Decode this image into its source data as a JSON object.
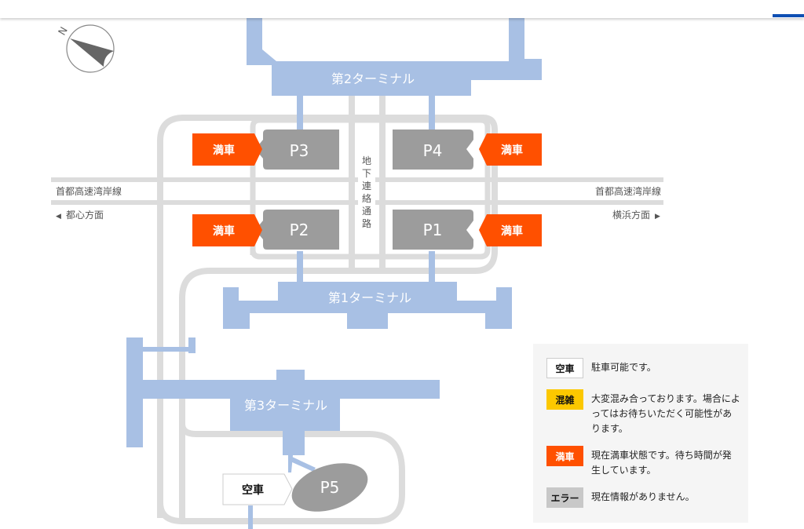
{
  "header": {
    "accent_color": "#0e4fb3"
  },
  "compass": {
    "label": "N",
    "icon": "compass-north-arrow-icon"
  },
  "colors": {
    "terminal": "#a8c0e4",
    "road": "#dcdcdc",
    "parking": "#9c9c9c",
    "full": "#ff5000",
    "crowded": "#fcc800",
    "vacant": "#ffffff",
    "error": "#c8c8c8"
  },
  "terminals": {
    "t1": "第1ターミナル",
    "t2": "第2ターミナル",
    "t3": "第3ターミナル"
  },
  "roads": {
    "expressway_left": "首都高速湾岸線",
    "expressway_right": "首都高速湾岸線",
    "direction_left": "都心方面",
    "direction_right": "横浜方面",
    "arrow_left": "◀",
    "arrow_right": "▶",
    "underground_passage": [
      "地",
      "下",
      "連",
      "絡",
      "通",
      "路"
    ]
  },
  "parking_lots": [
    {
      "id": "P3",
      "status": "full",
      "status_label": "満車"
    },
    {
      "id": "P4",
      "status": "full",
      "status_label": "満車"
    },
    {
      "id": "P2",
      "status": "full",
      "status_label": "満車"
    },
    {
      "id": "P1",
      "status": "full",
      "status_label": "満車"
    },
    {
      "id": "P5",
      "status": "vacant",
      "status_label": "空車"
    }
  ],
  "legend": [
    {
      "status": "vacant",
      "label": "空車",
      "description": "駐車可能です。"
    },
    {
      "status": "crowded",
      "label": "混雑",
      "description": "大変混み合っております。場合によってはお待ちいただく可能性があります。"
    },
    {
      "status": "full",
      "label": "満車",
      "description": "現在満車状態です。待ち時間が発生しています。"
    },
    {
      "status": "error",
      "label": "エラー",
      "description": "現在情報がありません。"
    }
  ]
}
